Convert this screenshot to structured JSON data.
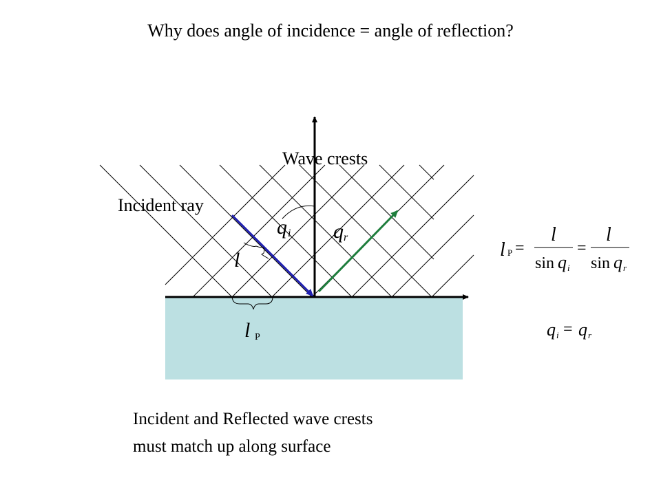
{
  "title": "Why does angle of incidence = angle of reflection?",
  "labels": {
    "wave_crests": "Wave crests",
    "incident_ray": "Incident ray",
    "lambda": "l",
    "lambda_p": "l",
    "lambda_p_sub": "P",
    "theta_i": "q",
    "theta_i_sub": "i",
    "theta_r": "q",
    "theta_r_sub": "r"
  },
  "equations": {
    "eq1_lhs": "l",
    "eq1_lhs_sub": "P",
    "eq1_equals_1": "=",
    "eq1_num1": "l",
    "eq1_den1_sin": "sin",
    "eq1_den1_q": "q",
    "eq1_den1_sub": "i",
    "eq1_equals_2": "=",
    "eq1_num2": "l",
    "eq1_den2_sin": "sin",
    "eq1_den2_q": "q",
    "eq1_den2_sub": "r",
    "eq2_lhs_q": "q",
    "eq2_lhs_sub": "i",
    "eq2_equals": "=",
    "eq2_rhs_q": "q",
    "eq2_rhs_sub": "r"
  },
  "caption": {
    "line1": "Incident and Reflected wave crests",
    "line2": "must match up along surface"
  },
  "colors": {
    "medium_fill": "#BCE0E2",
    "incident_arrow": "#1F1FB0",
    "reflected_arrow": "#1E7D3C",
    "lines": "#000000"
  }
}
